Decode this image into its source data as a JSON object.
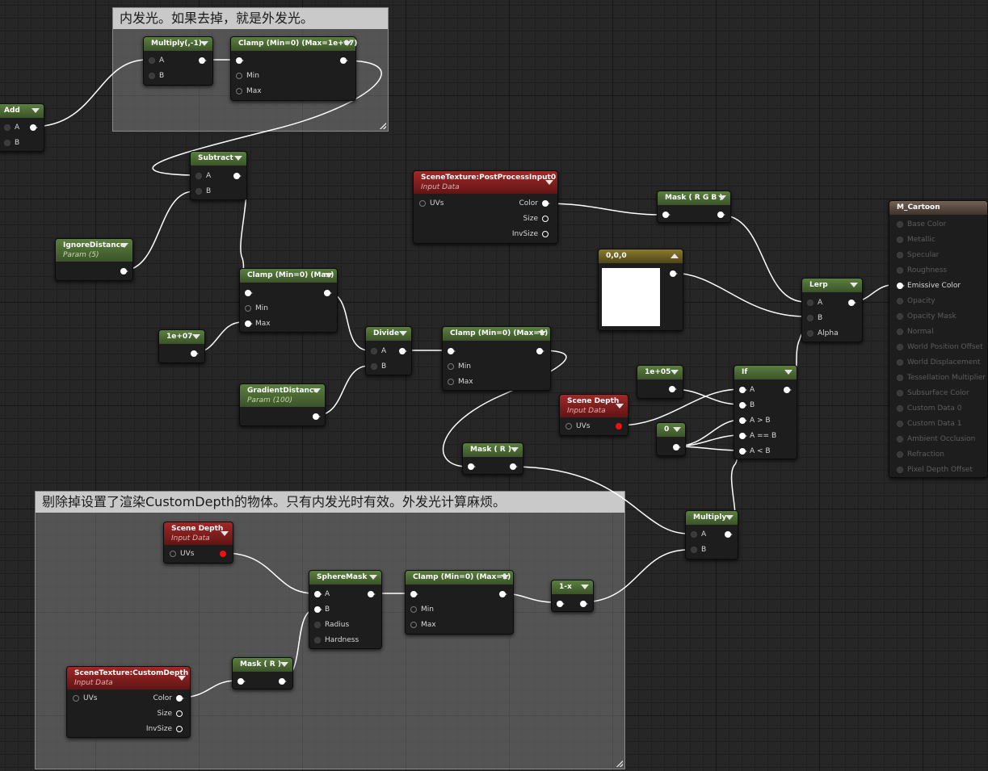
{
  "comments": {
    "top": "内发光。如果去掉，就是外发光。",
    "bottom": "剔除掉设置了渲染CustomDepth的物体。只有内发光时有效。外发光计算麻烦。"
  },
  "nodes": {
    "add": {
      "title": "Add",
      "pins": [
        "A",
        "B"
      ]
    },
    "multiply_neg": {
      "title": "Multiply(,-1)",
      "pins": [
        "A",
        "B"
      ]
    },
    "clamp_top": {
      "title": "Clamp (Min=0) (Max=1e+07)",
      "pins": [
        "Min",
        "Max"
      ]
    },
    "subtract": {
      "title": "Subtract",
      "pins": [
        "A",
        "B"
      ]
    },
    "ignore_distance": {
      "title": "IgnoreDistance",
      "subtitle": "Param (5)"
    },
    "clamp_mid": {
      "title": "Clamp (Min=0) (Max)",
      "pins": [
        "Min",
        "Max"
      ]
    },
    "const_1e07": {
      "title": "1e+07"
    },
    "gradient_distance": {
      "title": "GradientDistance",
      "subtitle": "Param (100)"
    },
    "divide": {
      "title": "Divide",
      "pins": [
        "A",
        "B"
      ]
    },
    "clamp_01": {
      "title": "Clamp (Min=0) (Max=1)",
      "pins": [
        "Min",
        "Max"
      ]
    },
    "scene_tex_pp": {
      "title": "SceneTexture:PostProcessInput0",
      "subtitle": "Input Data",
      "inputs": [
        "UVs"
      ],
      "outputs": [
        "Color",
        "Size",
        "InvSize"
      ]
    },
    "mask_rgb": {
      "title": "Mask ( R G B )"
    },
    "const_000": {
      "title": "0,0,0"
    },
    "lerp": {
      "title": "Lerp",
      "pins": [
        "A",
        "B",
        "Alpha"
      ]
    },
    "const_1e05": {
      "title": "1e+05"
    },
    "scene_depth_mid": {
      "title": "Scene Depth",
      "subtitle": "Input Data",
      "pins": [
        "UVs"
      ]
    },
    "if": {
      "title": "If",
      "pins": [
        "A",
        "B",
        "A > B",
        "A == B",
        "A < B"
      ]
    },
    "const_0": {
      "title": "0"
    },
    "mask_r_mid": {
      "title": "Mask ( R )"
    },
    "multiply": {
      "title": "Multiply",
      "pins": [
        "A",
        "B"
      ]
    },
    "scene_depth_bot": {
      "title": "Scene Depth",
      "subtitle": "Input Data",
      "pins": [
        "UVs"
      ]
    },
    "sphere_mask": {
      "title": "SphereMask",
      "pins": [
        "A",
        "B",
        "Radius",
        "Hardness"
      ]
    },
    "clamp_bot": {
      "title": "Clamp (Min=0) (Max=1)",
      "pins": [
        "Min",
        "Max"
      ]
    },
    "one_minus": {
      "title": "1-x"
    },
    "mask_r_bot": {
      "title": "Mask ( R )"
    },
    "scene_tex_cd": {
      "title": "SceneTexture:CustomDepth",
      "subtitle": "Input Data",
      "inputs": [
        "UVs"
      ],
      "outputs": [
        "Color",
        "Size",
        "InvSize"
      ]
    },
    "material": {
      "title": "M_Cartoon",
      "pins": [
        "Base Color",
        "Metallic",
        "Specular",
        "Roughness",
        "Emissive Color",
        "Opacity",
        "Opacity Mask",
        "Normal",
        "World Position Offset",
        "World Displacement",
        "Tessellation Multiplier",
        "Subsurface Color",
        "Custom Data 0",
        "Custom Data 1",
        "Ambient Occlusion",
        "Refraction",
        "Pixel Depth Offset"
      ],
      "active_pin": "Emissive Color"
    }
  },
  "colors": {
    "node_header_green": "#4d6b35",
    "node_header_red": "#8c2020",
    "node_header_olive": "#7a6b26",
    "wire": "#ffffff",
    "comment_title": "#c9c9c9"
  }
}
